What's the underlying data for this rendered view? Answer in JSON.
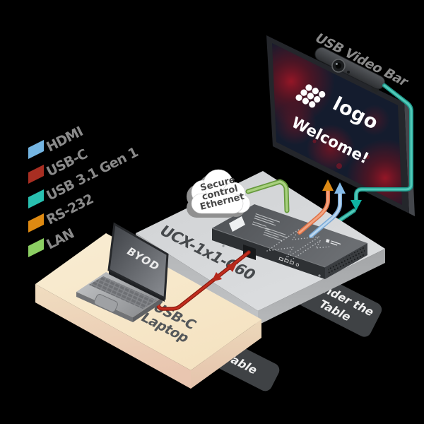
{
  "background": "#000000",
  "legend": {
    "items": [
      {
        "label": "HDMI",
        "swatch": "#74b5e2"
      },
      {
        "label": "USB-C",
        "swatch": "#a82e22"
      },
      {
        "label": "USB 3.1 Gen 1",
        "swatch": "#29c0b0"
      },
      {
        "label": "RS-232",
        "swatch": "#de8a12"
      },
      {
        "label": "LAN",
        "swatch": "#8ccf63"
      }
    ]
  },
  "connections": {
    "usbc": {
      "line": "#c22d1e",
      "arrow": "#b5281b"
    },
    "lan": {
      "line": "#a8d07e"
    },
    "rs232": {
      "line": "#f4a480",
      "arrow": "#dd8a15"
    },
    "hdmi": {
      "line": "#bdd7ef",
      "arrow": "#85bbe8"
    },
    "usb31": {
      "line": "#52c9b9",
      "arrow": "#0fb2a2"
    }
  },
  "video_bar": {
    "label": "USB Video Bar"
  },
  "display": {
    "logo_text": "logo",
    "welcome_text": "Welcome!"
  },
  "cloud": {
    "line1": "Secure",
    "line2": "control",
    "line3": "Ethernet"
  },
  "device": {
    "label": "UCX-1x1-C60"
  },
  "laptop": {
    "screen_label": "BYOD",
    "caption1": "USB-C",
    "caption2": "Laptop"
  },
  "tags": {
    "table": "Table",
    "under1": "Under the",
    "under2": "Table"
  }
}
